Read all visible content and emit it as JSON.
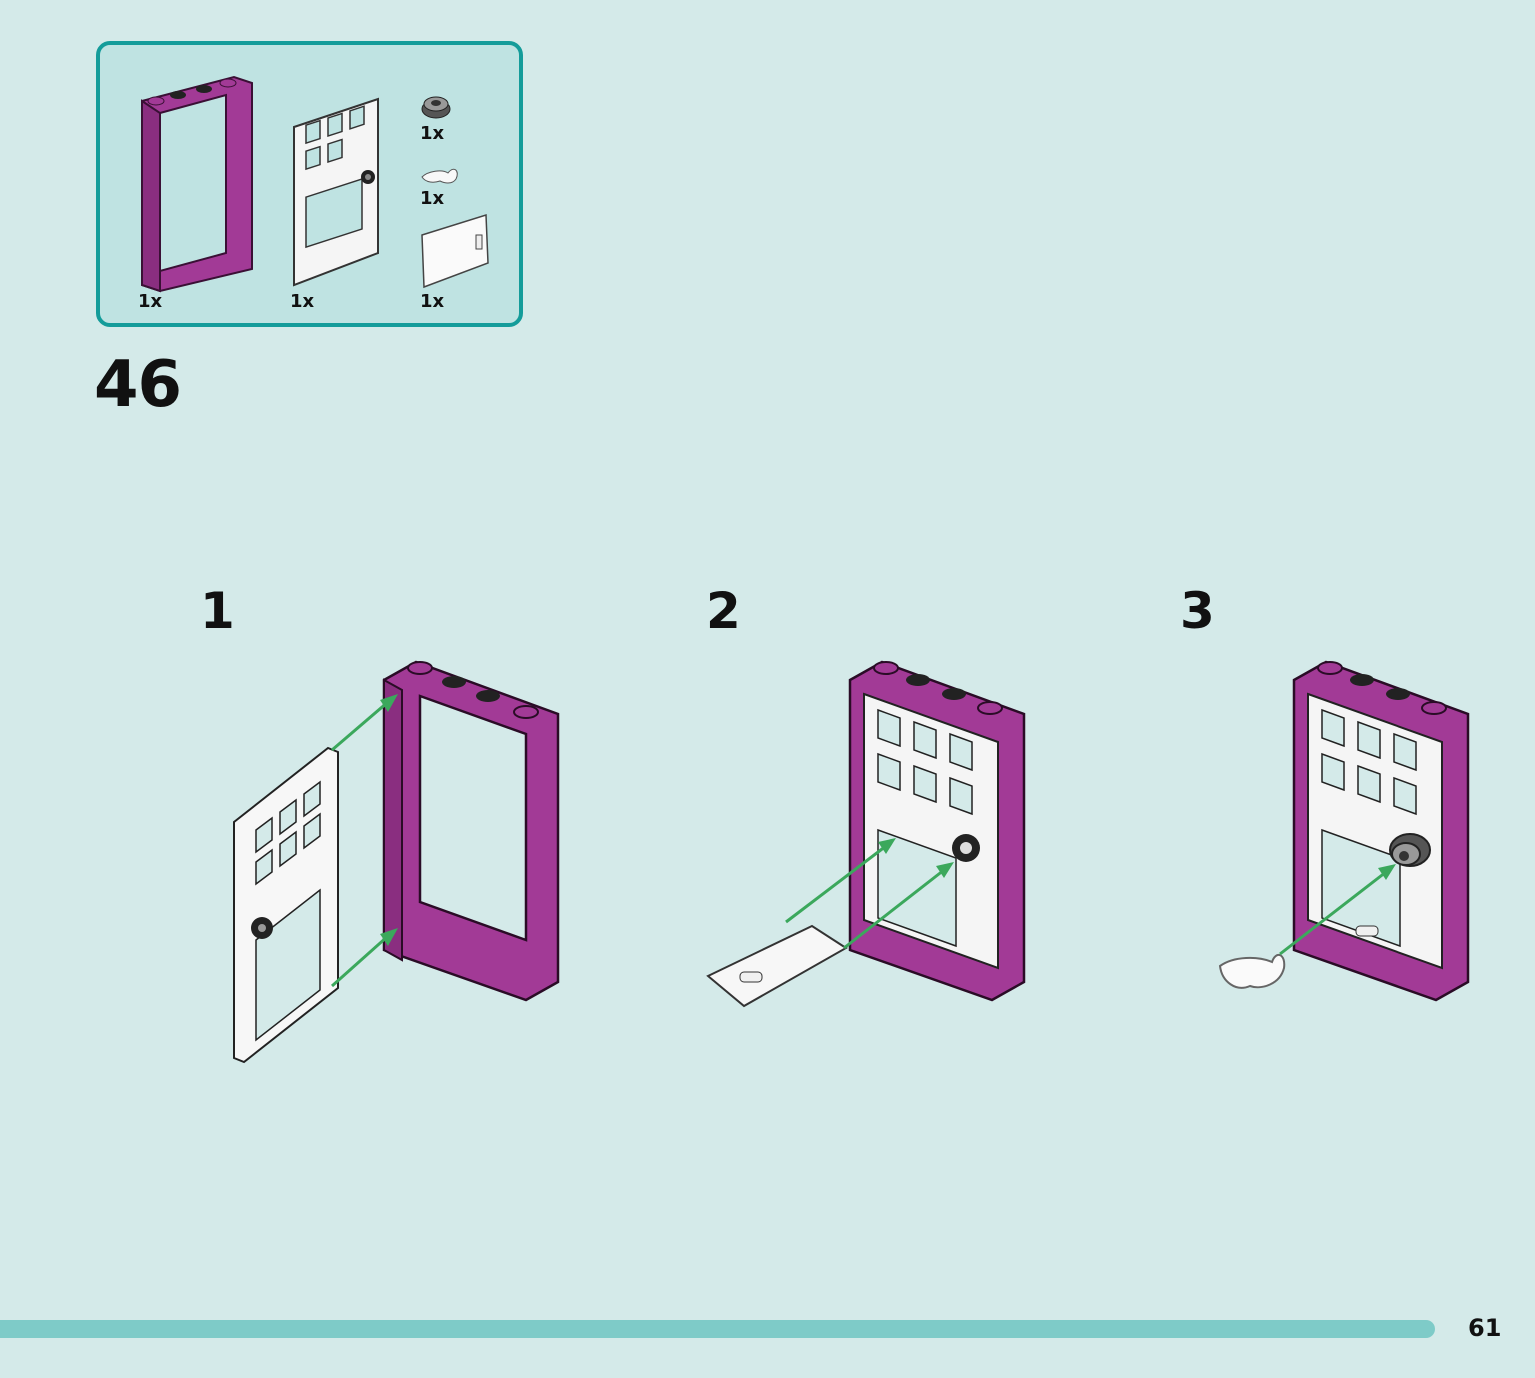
{
  "step": {
    "number": "46"
  },
  "parts": [
    {
      "icon": "purple-door-frame-icon",
      "qty": "1x"
    },
    {
      "icon": "white-door-icon",
      "qty": "1x"
    },
    {
      "icon": "round-knob-icon",
      "qty": "1x"
    },
    {
      "icon": "white-handle-icon",
      "qty": "1x"
    },
    {
      "icon": "white-tile-icon",
      "qty": "1x"
    }
  ],
  "substeps": [
    {
      "label": "1"
    },
    {
      "label": "2"
    },
    {
      "label": "3"
    }
  ],
  "colors": {
    "background": "#d4eae9",
    "frame": "#a23a96",
    "border": "#149c9a",
    "arrow": "#3ba85c",
    "bar": "#7ecbc8"
  },
  "footer": {
    "page_number": "61"
  }
}
